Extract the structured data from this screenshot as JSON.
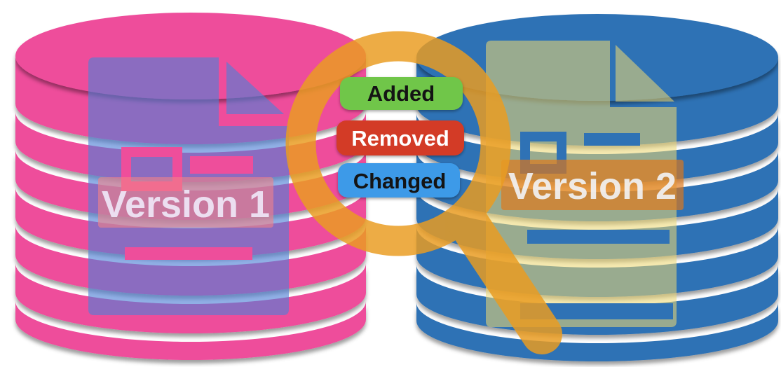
{
  "left_database": {
    "label": "Version 1",
    "disk_color": "#EE4E9B",
    "document_color": "#4D7FD6",
    "band_color": "#F48287",
    "label_color": "#F0ECFC"
  },
  "right_database": {
    "label": "Version 2",
    "disk_color": "#2F72B5",
    "document_color": "#EDD873",
    "band_color": "#E07818",
    "label_color": "#F2F6FC"
  },
  "legend": {
    "added": {
      "label": "Added",
      "bg": "#6FC64A",
      "text_color": "#141414"
    },
    "removed": {
      "label": "Removed",
      "bg": "#D33B28",
      "text_color": "#FFFFFF"
    },
    "changed": {
      "label": "Changed",
      "bg": "#3E9AE8",
      "text_color": "#141414"
    }
  },
  "magnifier": {
    "color": "#EA9C21"
  },
  "page_background": "#FFFFFF"
}
